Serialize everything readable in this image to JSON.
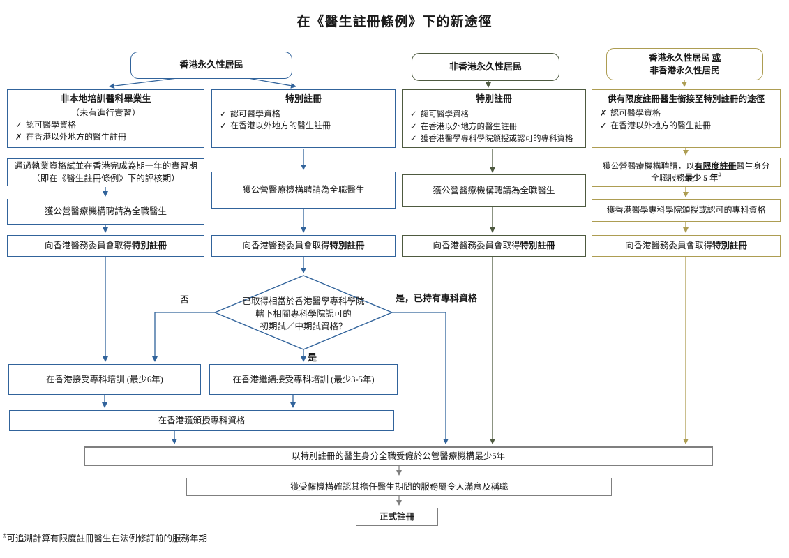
{
  "title": "在《醫生註冊條例》下的新途徑",
  "headers": {
    "hk_resident": "香港永久性居民",
    "non_hk_resident": "非香港永久性居民",
    "either": {
      "line1_pre": "香港永久性居民 ",
      "line1_or": "或",
      "line2": "非香港永久性居民"
    }
  },
  "col1": {
    "box1": {
      "title": "非本地培訓醫科畢業生",
      "subtitle": "（未有進行實習）",
      "items": [
        {
          "mark": "✓",
          "text": "認可醫學資格"
        },
        {
          "mark": "✗",
          "text": "在香港以外地方的醫生註冊"
        }
      ]
    },
    "box2": {
      "line1": "通過執業資格試並在香港完成為期一年的實習期",
      "line2": "（即在《醫生註冊條例》下的評核期）"
    },
    "box3": "獲公營醫療機構聘請為全職醫生",
    "box4": {
      "pre": "向香港醫務委員會取得",
      "bold": "特別註冊"
    }
  },
  "col2": {
    "box1": {
      "title": "特別註冊",
      "items": [
        {
          "mark": "✓",
          "text": "認可醫學資格"
        },
        {
          "mark": "✓",
          "text": "在香港以外地方的醫生註冊"
        }
      ]
    },
    "box2": "獲公營醫療機構聘請為全職醫生",
    "box3": {
      "pre": "向香港醫務委員會取得",
      "bold": "特別註冊"
    }
  },
  "col3": {
    "box1": {
      "title": "特別註冊",
      "items": [
        {
          "mark": "✓",
          "text": "認可醫學資格"
        },
        {
          "mark": "✓",
          "text": "在香港以外地方的醫生註冊"
        },
        {
          "mark": "✓",
          "text": "獲香港醫學專科學院頒授或認可的專科資格"
        }
      ]
    },
    "box2": "獲公營醫療機構聘請為全職醫生",
    "box3": {
      "pre": "向香港醫務委員會取得",
      "bold": "特別註冊"
    }
  },
  "col4": {
    "box1": {
      "title": "供有限度註冊醫生銜接至特別註冊的途徑",
      "items": [
        {
          "mark": "✗",
          "text": "認可醫學資格"
        },
        {
          "mark": "✓",
          "text": "在香港以外地方的醫生註冊"
        }
      ]
    },
    "box2": {
      "l1_pre": "獲公營醫療機構聘請，以",
      "l1_em": "有限度註冊",
      "l1_post": "醫生身分",
      "l2_pre": "全職服務",
      "l2_em": "最少 5 年",
      "l2_sup": "#"
    },
    "box3": "獲香港醫學專科學院頒授或認可的專科資格",
    "box4": {
      "pre": "向香港醫務委員會取得",
      "bold": "特別註冊"
    }
  },
  "decision": {
    "line1": "已取得相當於香港醫學專科學院",
    "line2": "轄下相關專科學院認可的",
    "line3": "初期試／中期試資格？",
    "no_label": "否",
    "yes_label": "是",
    "yes_specialist_label": "是，已持有專科資格"
  },
  "bottom": {
    "training6": "在香港接受專科培訓 (最少6年)",
    "training35": "在香港繼續接受專科培訓 (最少3-5年)",
    "specialist_qualification": "在香港獲頒授專科資格",
    "employed5y": "以特別註冊的醫生身分全職受僱於公營醫療機構最少5年",
    "satisfactory": "獲受僱機構確認其擔任醫生期間的服務屬令人滿意及稱職",
    "full_registration": "正式註冊"
  },
  "footnote": {
    "sup": "#",
    "text": "可追溯計算有限度註冊醫生在法例修訂前的服務年期"
  },
  "colors": {
    "blue": "#31639b",
    "green": "#4e5a40",
    "gold": "#ad9d52",
    "gray": "#7f7f7f"
  }
}
